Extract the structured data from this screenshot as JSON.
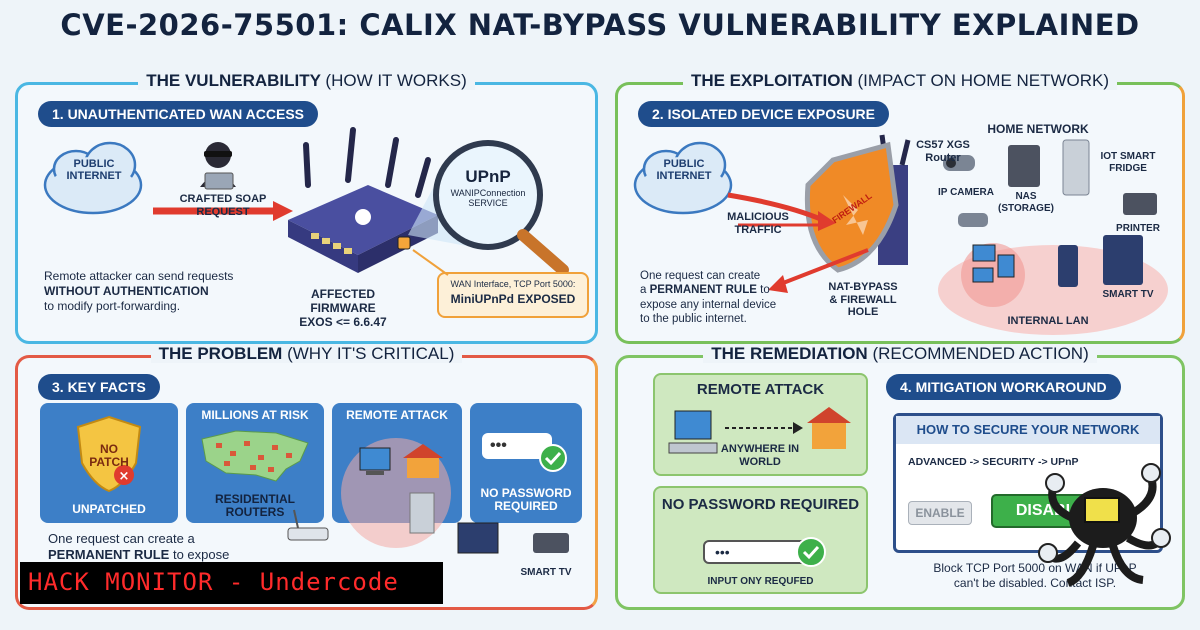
{
  "title": "CVE-2026-75501: CALIX NAT-BYPASS VULNERABILITY EXPLAINED",
  "vuln": {
    "heading": "THE VULNERABILITY",
    "heading_sub": "(HOW IT WORKS)",
    "step": "1.  UNAUTHENTICATED WAN ACCESS",
    "cloud": "PUBLIC INTERNET",
    "crafted": "CRAFTED SOAP REQUEST",
    "upnp_title": "UPnP",
    "upnp_sub": "WANIPConnection SERVICE",
    "desc_1": "Remote attacker can send requests",
    "desc_2": "WITHOUT AUTHENTICATION",
    "desc_3": "to modify port-forwarding.",
    "firmware_1": "AFFECTED FIRMWARE",
    "firmware_2": "EXOS <= 6.6.47",
    "wan_1": "WAN Interface, TCP Port 5000:",
    "wan_2": "MiniUPnPd EXPOSED"
  },
  "exploit": {
    "heading": "THE EXPLOITATION",
    "heading_sub": "(IMPACT ON HOME NETWORK)",
    "step": "2.  ISOLATED DEVICE EXPOSURE",
    "cloud": "PUBLIC INTERNET",
    "router": "CS57 XGS Router",
    "firewall": "FIREWALL",
    "malicious": "MALICIOUS TRAFFIC",
    "home": "HOME NETWORK",
    "ipcam": "IP CAMERA",
    "nas": "NAS (STORAGE)",
    "fridge": "IOT SMART FRIDGE",
    "printer": "PRINTER",
    "smarttv": "SMART TV",
    "lan": "INTERNAL LAN",
    "natbypass": "NAT-BYPASS & FIREWALL HOLE",
    "desc_1": "One request can create",
    "desc_2a": "a ",
    "desc_2b": "PERMANENT RULE",
    "desc_2c": " to",
    "desc_3": "expose any internal device",
    "desc_4": "to the public internet."
  },
  "problem": {
    "heading": "THE PROBLEM",
    "heading_sub": "(WHY IT'S CRITICAL)",
    "step": "3.  KEY FACTS",
    "patch": "NO PATCH",
    "unpatched": "UNPATCHED",
    "millions": "MILLIONS AT RISK",
    "residential": "RESIDENTIAL ROUTERS",
    "remote": "REMOTE ATTACK",
    "nopass": "NO PASSWORD REQUIRED",
    "smarttv": "SMART TV",
    "desc_1": "One request can create a",
    "desc_2a": "PERMANENT RULE",
    "desc_2b": " to expose"
  },
  "remed": {
    "heading": "THE REMEDIATION",
    "heading_sub": "(RECOMMENDED ACTION)",
    "remote": "REMOTE ATTACK",
    "anywhere": "ANYWHERE IN WORLD",
    "nopass": "NO PASSWORD REQUIRED",
    "input": "INPUT ONY REQUFED",
    "step": "4.  MITIGATION WORKAROUND",
    "secure": "HOW TO SECURE YOUR NETWORK",
    "path": "ADVANCED -> SECURITY -> UPnP",
    "enable": "ENABLE",
    "disable": "DISABLE",
    "block_1": "Block TCP Port 5000 on WAN if UPnP",
    "block_2": "can't be disabled. Contact ISP."
  },
  "watermark": "HACK MONITOR - Undercode",
  "colors": {
    "blue_border": "#4ab7e3",
    "green_border": "#78c05a",
    "red_border": "#e35a45",
    "orange_border": "#f0a13a",
    "pill": "#1f4d8c"
  }
}
